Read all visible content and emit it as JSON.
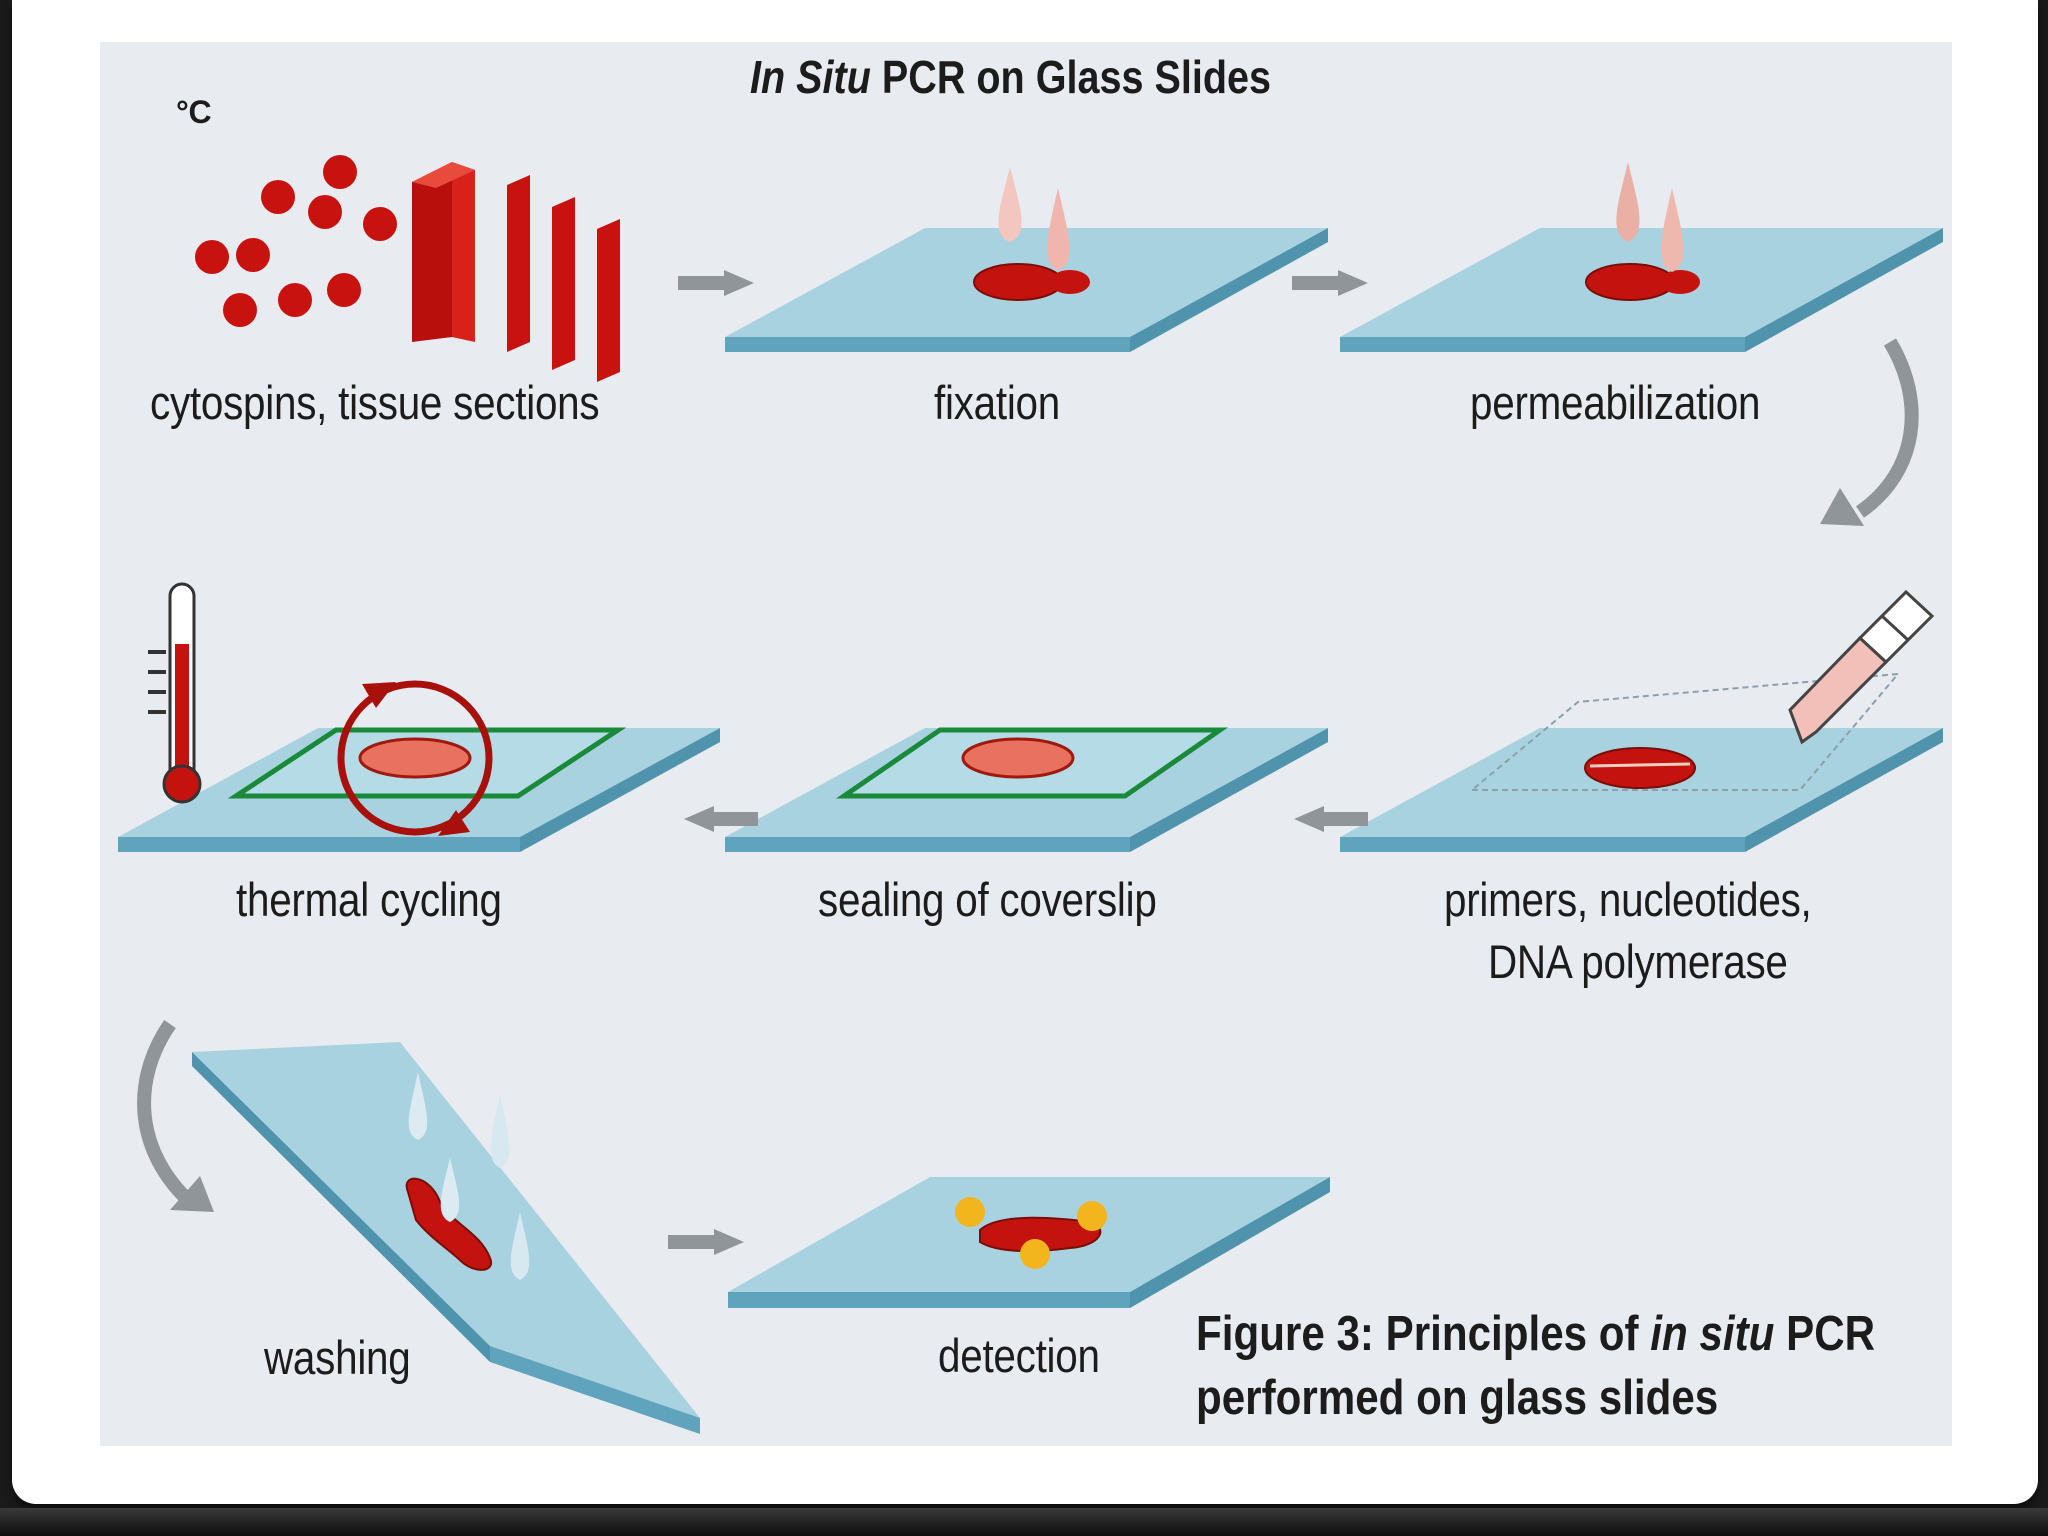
{
  "title": {
    "italic": "In Situ",
    "rest": "PCR on Glass Slides"
  },
  "steps": {
    "cytospins": "cytospins, tissue sections",
    "fixation": "fixation",
    "permeabilization": "permeabilization",
    "reagents_line1": "primers, nucleotides,",
    "reagents_line2": "DNA polymerase",
    "sealing": "sealing of coverslip",
    "thermal": "thermal cycling",
    "washing": "washing",
    "detection": "detection"
  },
  "thermometer_unit": "°C",
  "caption": {
    "line1_pre": "Figure 3: Principles of",
    "line1_italic": "in situ",
    "line1_post": "PCR",
    "line2": "performed on glass slides"
  },
  "colors": {
    "background": "#e8ebf0",
    "slide_top": "#a9d2e0",
    "slide_edge": "#5fa3bd",
    "tissue": "#c4130f",
    "arrow": "#8f9598",
    "coverslip_frame": "#1a8a3a",
    "detection_dot": "#f2b51e"
  }
}
